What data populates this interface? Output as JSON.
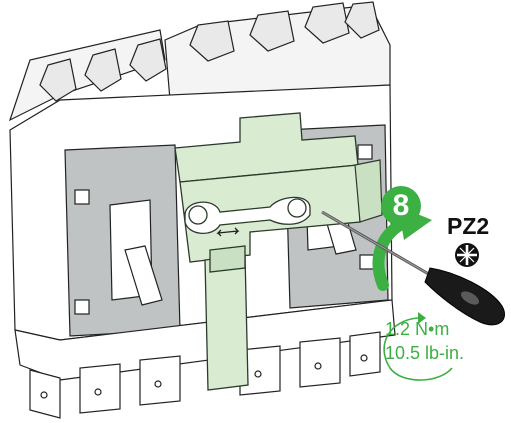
{
  "step": {
    "number": "8"
  },
  "bit": {
    "label": "PZ2",
    "icon": "pozidriv-icon"
  },
  "torque": {
    "metric": "1.2 N•m",
    "imperial": "10.5 lb-in."
  },
  "colors": {
    "accent_green": "#3cb043",
    "plate_green": "#d9ecd2",
    "plate_stroke": "#2b3a2b",
    "breaker_grey": "#bfc3c3",
    "handle_black": "#1a1a1a",
    "line": "#222222"
  }
}
